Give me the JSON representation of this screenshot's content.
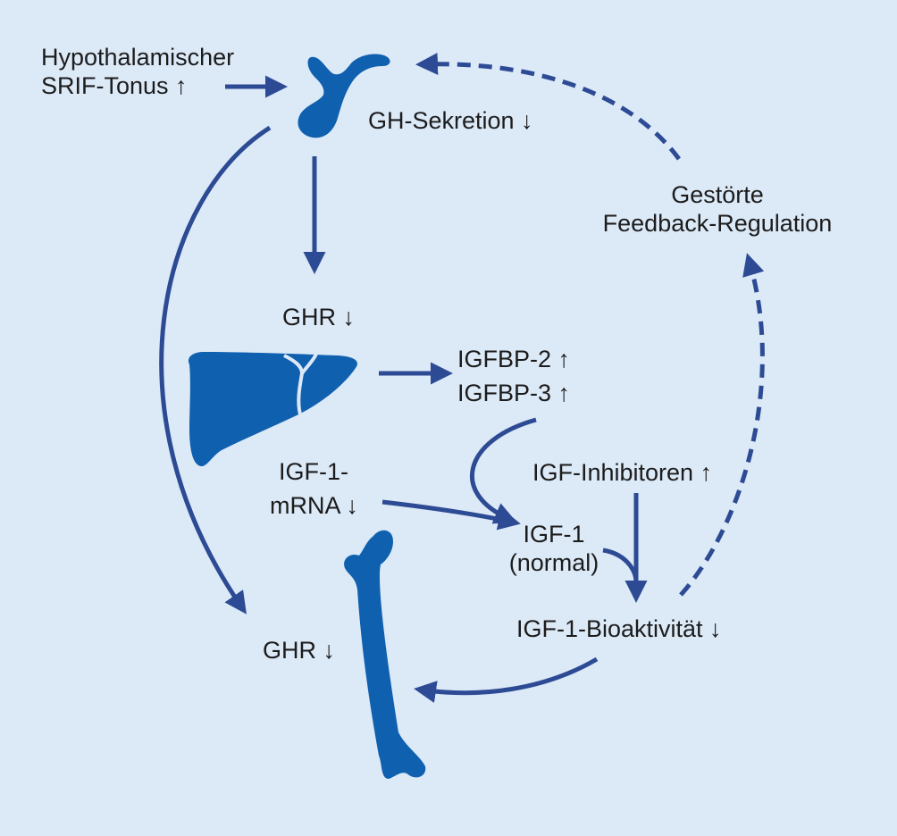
{
  "diagram": {
    "colors": {
      "background": "#dce9f7",
      "arrow": "#2d4b94",
      "organ": "#1060b0",
      "text": "#1c1c1c"
    },
    "icons": [
      "pituitary-icon",
      "liver-icon",
      "bone-icon"
    ],
    "labels": {
      "srif_line1": "Hypothalamischer",
      "srif_line2": "SRIF-Tonus ↑",
      "gh_secretion": "GH-Sekretion ↓",
      "feedback_line1": "Gestörte",
      "feedback_line2": "Feedback-Regulation",
      "ghr_liver": "GHR ↓",
      "igfbp2": "IGFBP-2 ↑",
      "igfbp3": "IGFBP-3 ↑",
      "igf1_mrna_line1": "IGF-1-",
      "igf1_mrna_line2": "mRNA ↓",
      "igf_inhibitors": "IGF-Inhibitoren ↑",
      "igf1_line1": "IGF-1",
      "igf1_line2": "(normal)",
      "igf1_bioactivity": "IGF-1-Bioaktivität ↓",
      "ghr_bone": "GHR ↓"
    }
  }
}
